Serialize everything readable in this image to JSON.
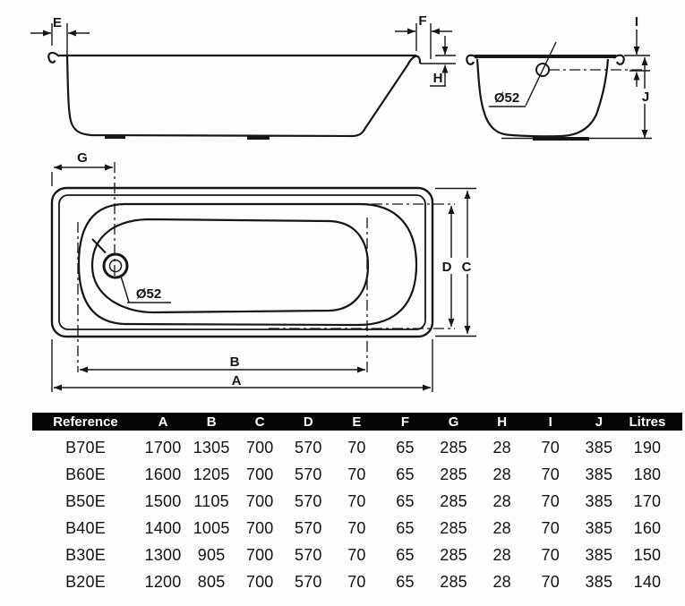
{
  "diagram": {
    "labels": {
      "dim_e": "E",
      "dim_f": "F",
      "dim_h": "H",
      "dim_i": "I",
      "dim_j": "J",
      "dim_g": "G",
      "dim_d": "D",
      "dim_c": "C",
      "dim_b": "B",
      "dim_a": "A",
      "drain_plan": "Ø52",
      "drain_end": "Ø52"
    }
  },
  "table": {
    "headers": [
      "Reference",
      "A",
      "B",
      "C",
      "D",
      "E",
      "F",
      "G",
      "H",
      "I",
      "J",
      "Litres"
    ],
    "rows": [
      [
        "B70E",
        "1700",
        "1305",
        "700",
        "570",
        "70",
        "65",
        "285",
        "28",
        "70",
        "385",
        "190"
      ],
      [
        "B60E",
        "1600",
        "1205",
        "700",
        "570",
        "70",
        "65",
        "285",
        "28",
        "70",
        "385",
        "180"
      ],
      [
        "B50E",
        "1500",
        "1105",
        "700",
        "570",
        "70",
        "65",
        "285",
        "28",
        "70",
        "385",
        "170"
      ],
      [
        "B40E",
        "1400",
        "1005",
        "700",
        "570",
        "70",
        "65",
        "285",
        "28",
        "70",
        "385",
        "160"
      ],
      [
        "B30E",
        "1300",
        "905",
        "700",
        "570",
        "70",
        "65",
        "285",
        "28",
        "70",
        "385",
        "150"
      ],
      [
        "B20E",
        "1200",
        "805",
        "700",
        "570",
        "70",
        "65",
        "285",
        "28",
        "70",
        "385",
        "140"
      ]
    ]
  },
  "colors": {
    "line": "#161616",
    "header_bg": "#050505",
    "header_text": "#ffffff"
  }
}
